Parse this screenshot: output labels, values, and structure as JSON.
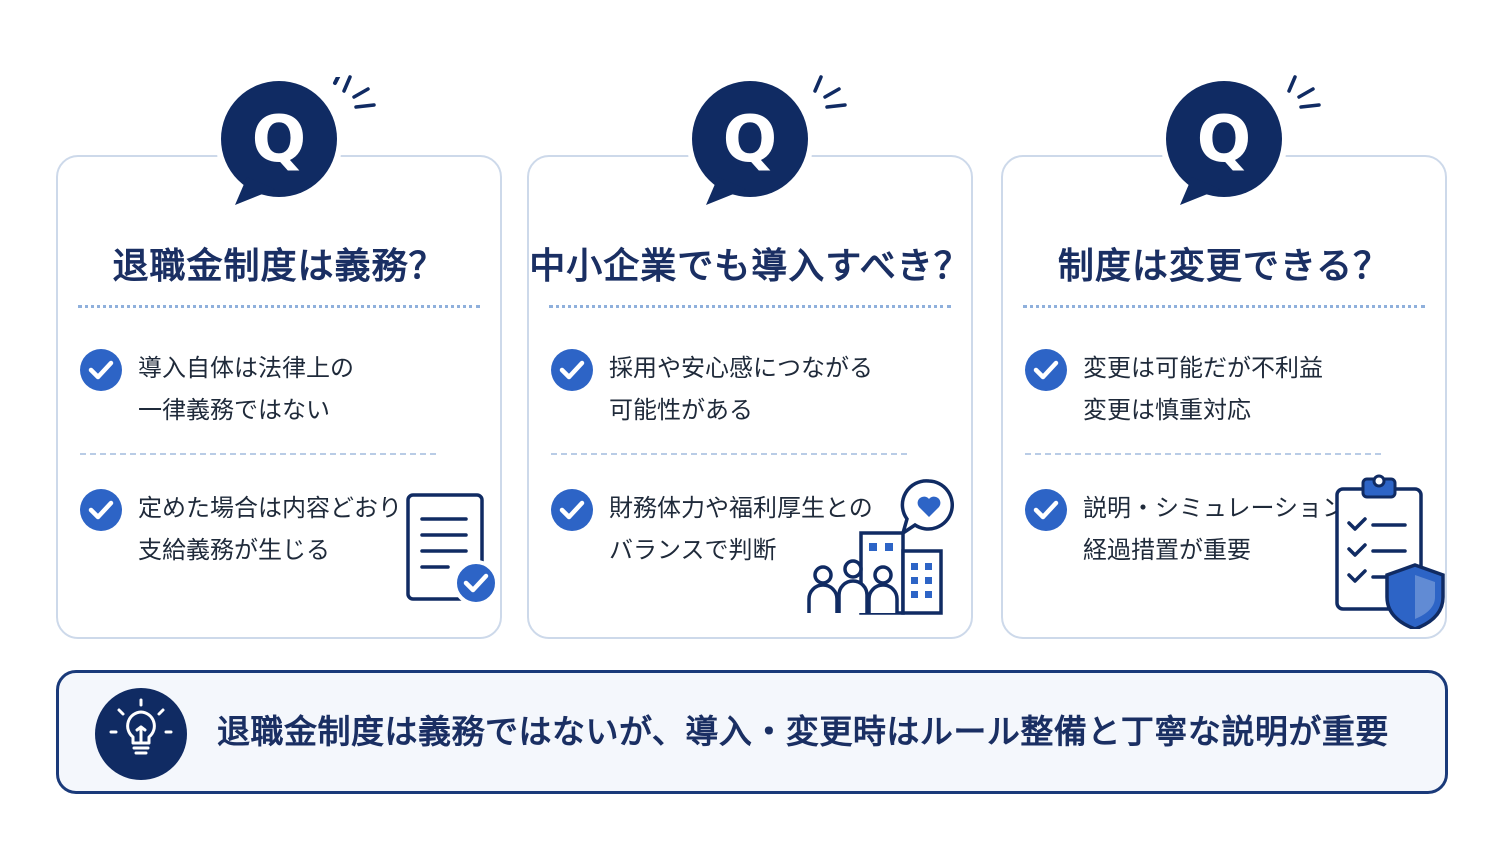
{
  "colors": {
    "navy": "#102b63",
    "accent_blue": "#2d64c6",
    "card_border": "#cdd9ea",
    "divider": "#8fb0dc"
  },
  "cards": [
    {
      "badge_letter": "Q",
      "title": "退職金制度は義務？",
      "items": [
        {
          "icon": "check-circle-icon",
          "lines": [
            "導入自体は法律上の",
            "一律義務ではない"
          ]
        },
        {
          "icon": "check-circle-icon",
          "lines": [
            "定めた場合は内容どおり",
            "支給義務が生じる"
          ]
        }
      ],
      "illustration": "document-check-icon"
    },
    {
      "badge_letter": "Q",
      "title": "中小企業でも導入すべき？",
      "items": [
        {
          "icon": "check-circle-icon",
          "lines": [
            "採用や安心感につながる",
            "可能性がある"
          ]
        },
        {
          "icon": "check-circle-icon",
          "lines": [
            "財務体力や福利厚生との",
            "バランスで判断"
          ]
        }
      ],
      "illustration": "people-building-heart-icon"
    },
    {
      "badge_letter": "Q",
      "title": "制度は変更できる？",
      "items": [
        {
          "icon": "check-circle-icon",
          "lines": [
            "変更は可能だが不利益",
            "変更は慎重対応"
          ]
        },
        {
          "icon": "check-circle-icon",
          "lines": [
            "説明・シミュレーション・",
            "経過措置が重要"
          ]
        }
      ],
      "illustration": "clipboard-shield-icon"
    }
  ],
  "summary": {
    "icon": "lightbulb-icon",
    "text": "退職金制度は義務ではないが、導入・変更時はルール整備と丁寧な説明が重要"
  }
}
